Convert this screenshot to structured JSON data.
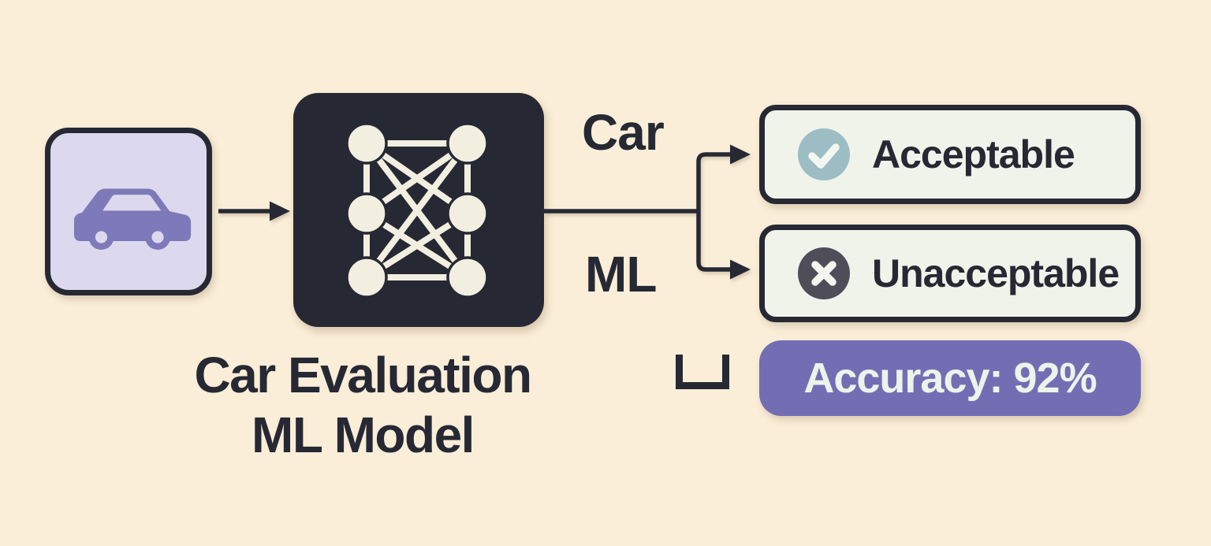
{
  "diagram": {
    "background": "#faeed8",
    "ink": "#262933",
    "input": {
      "icon": "car-icon",
      "box_color": "#dcd9ee",
      "icon_color": "#7e79b8"
    },
    "model": {
      "icon": "neural-network-icon",
      "box_color": "#262933",
      "node_color": "#f2efe1",
      "title_line1": "Car Evaluation",
      "title_line2": "ML Model"
    },
    "branch_labels": {
      "top": "Car",
      "bottom": "ML"
    },
    "outputs": [
      {
        "label": "Acceptable",
        "icon": "check-icon",
        "icon_bg": "#9cbdc4",
        "box_bg": "#eff3ea"
      },
      {
        "label": "Unacceptable",
        "icon": "x-icon",
        "icon_bg": "#4e4d58",
        "box_bg": "#eff3ea"
      }
    ],
    "metric": {
      "text": "Accuracy: 92%",
      "value_percent": 92,
      "badge_bg": "#736eb4",
      "text_color": "#edf3ea"
    }
  }
}
